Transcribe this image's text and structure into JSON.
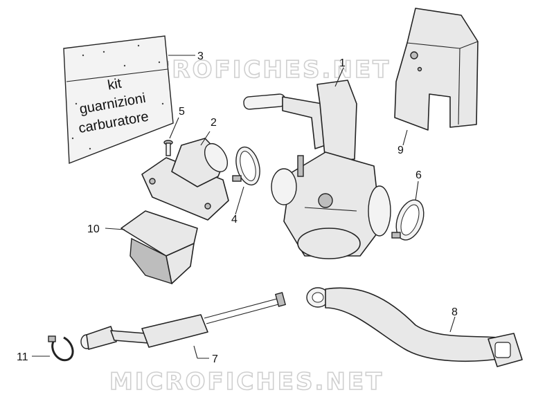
{
  "watermark": {
    "text": "MICROFICHES.NET"
  },
  "gasket_kit_bag": {
    "lines": [
      "kit",
      "guarnizioni",
      "carburatore"
    ]
  },
  "callouts": [
    {
      "id": "1",
      "label": "1"
    },
    {
      "id": "2",
      "label": "2"
    },
    {
      "id": "3",
      "label": "3"
    },
    {
      "id": "4",
      "label": "4"
    },
    {
      "id": "5",
      "label": "5"
    },
    {
      "id": "6",
      "label": "6"
    },
    {
      "id": "7",
      "label": "7"
    },
    {
      "id": "8",
      "label": "8"
    },
    {
      "id": "9",
      "label": "9"
    },
    {
      "id": "10",
      "label": "10"
    },
    {
      "id": "11",
      "label": "11"
    }
  ],
  "colors": {
    "outline": "#222222",
    "part_fill": "#e8e8e8",
    "watermark": "#cfcfcf"
  }
}
